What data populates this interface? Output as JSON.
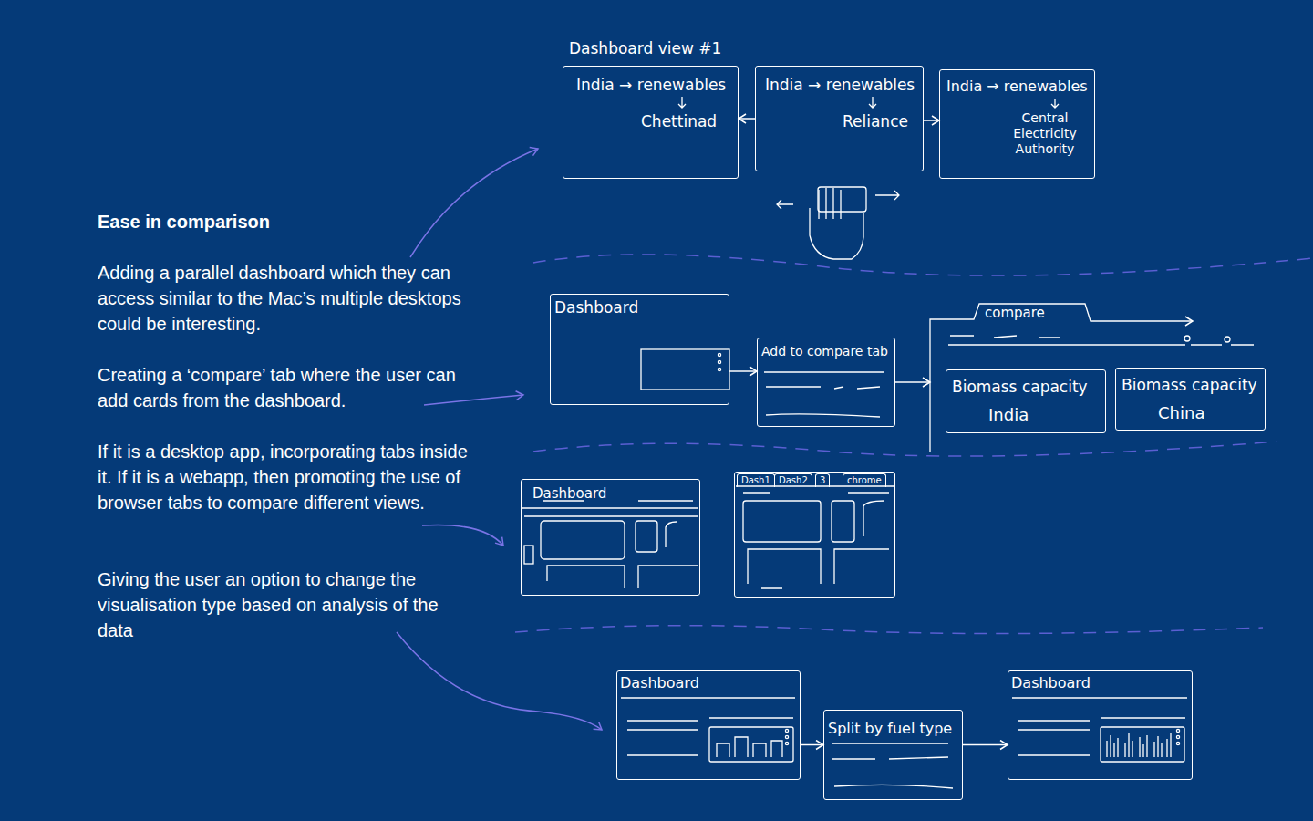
{
  "diagram": {
    "title": "Ease in comparison",
    "nodes": [
      {
        "text": [
          "Dashboard view #1",
          "India → renewables",
          "Chettinad"
        ]
      },
      {
        "text": [
          "India → renewables",
          "Reliance"
        ]
      },
      {
        "text": [
          "India → renewables",
          "Central Electricity Authority"
        ]
      },
      {
        "text": [
          "Dashboard"
        ]
      },
      {
        "text": [
          "Add to compare tab"
        ]
      },
      {
        "text": [
          "compare"
        ]
      },
      {
        "text": [
          "Biomass capacity",
          "India"
        ],
        "in": 5
      },
      {
        "text": [
          "Biomass capacity",
          "China"
        ],
        "in": 5
      },
      {
        "text": [
          "Dashboard"
        ]
      },
      {
        "text": [
          "Dash1",
          "Dash2",
          "3",
          "chrome"
        ]
      },
      {
        "text": [
          "Dashboard"
        ]
      },
      {
        "text": [
          "Split by fuel type"
        ]
      },
      {
        "text": [
          "Dashboard"
        ]
      }
    ],
    "edges": [
      {
        "from": 1,
        "to": 0,
        "arrow": "to"
      },
      {
        "from": 1,
        "to": 2,
        "arrow": "to"
      },
      {
        "from": 3,
        "to": 4,
        "arrow": "to"
      },
      {
        "from": 4,
        "to": 5,
        "arrow": "to"
      },
      {
        "from": 10,
        "to": 11,
        "arrow": "to"
      },
      {
        "from": 11,
        "to": 12,
        "arrow": "to"
      }
    ],
    "labels": [
      "Adding a parallel dashboard which they can access similar to the Mac’s multiple desktops could be interesting.",
      "Creating a ‘compare’ tab where the user can add cards from the dashboard.",
      "If it is a desktop app, incorporating tabs inside it. If it is a webapp, then promoting the use of browser tabs to compare different views.",
      "Giving the user an option to change the visualisation type based on analysis of the data"
    ]
  }
}
